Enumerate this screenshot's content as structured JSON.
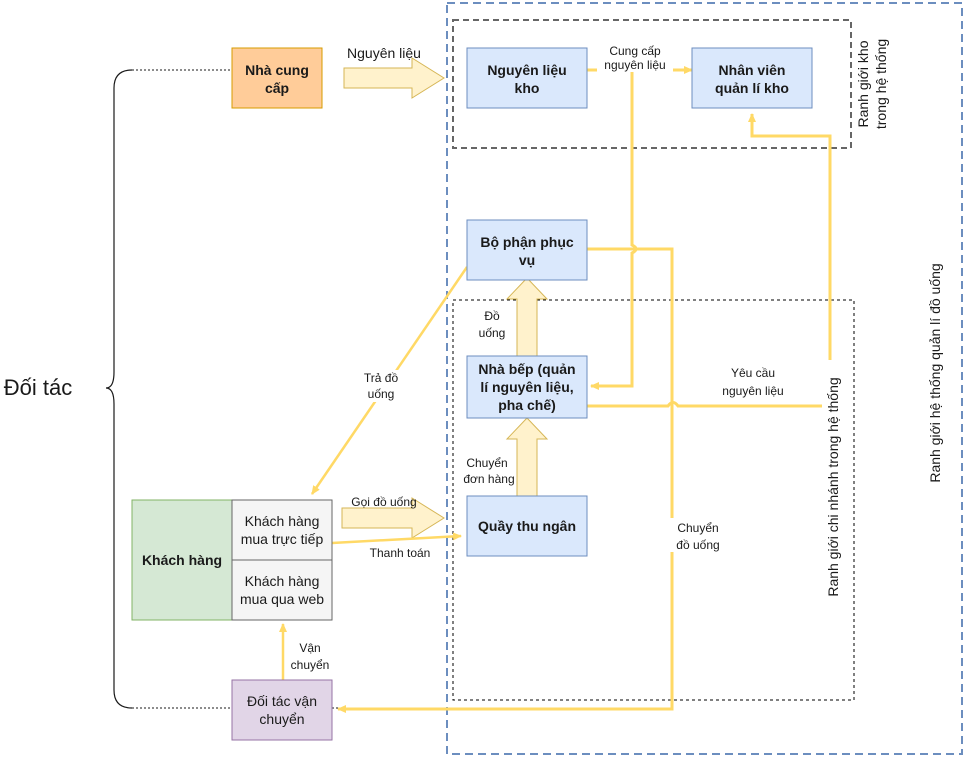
{
  "partners_label": "Đối tác",
  "boundaries": {
    "system": "Ranh giới hệ thống quản lí đồ uống",
    "warehouse_line1": "Ranh giới kho",
    "warehouse_line2": "trong hệ thống",
    "branch": "Ranh giới chi nhánh trong hệ thống"
  },
  "nodes": {
    "supplier_line1": "Nhà cung",
    "supplier_line2": "cấp",
    "warehouse_line1": "Nguyên liệu",
    "warehouse_line2": "kho",
    "warehouse_staff_line1": "Nhân viên",
    "warehouse_staff_line2": "quản lí kho",
    "service_line1": "Bộ phận phục",
    "service_line2": "vụ",
    "kitchen_line1": "Nhà bếp (quản",
    "kitchen_line2": "lí nguyên liệu,",
    "kitchen_line3": "pha chế)",
    "cashier": "Quầy thu ngân",
    "customer": "Khách hàng",
    "customer_direct_line1": "Khách hàng",
    "customer_direct_line2": "mua trực tiếp",
    "customer_web_line1": "Khách hàng",
    "customer_web_line2": "mua qua web",
    "shipping_partner_line1": "Đối tác vận",
    "shipping_partner_line2": "chuyển"
  },
  "flows": {
    "raw_materials": "Nguyên liệu",
    "supply_line1": "Cung cấp",
    "supply_line2": "nguyên liệu",
    "drinks_line1": "Đồ",
    "drinks_line2": "uống",
    "return_drinks_line1": "Trả đồ",
    "return_drinks_line2": "uống",
    "request_line1": "Yêu cầu",
    "request_line2": "nguyên liệu",
    "transfer_order_line1": "Chuyển",
    "transfer_order_line2": "đơn hàng",
    "order_drinks": "Gọi đồ uống",
    "payment": "Thanh toán",
    "transfer_drinks_line1": "Chuyển",
    "transfer_drinks_line2": "đồ uống",
    "shipping_line1": "Vận",
    "shipping_line2": "chuyển"
  },
  "colors": {
    "flow": "#ffd966",
    "fat_arrow_fill": "#fff2cc",
    "fat_arrow_stroke": "#d6b656",
    "system_node_fill": "#dae8fc",
    "system_node_stroke": "#6c8ebf",
    "supplier_fill": "#ffcc99",
    "supplier_stroke": "#d79b00",
    "customer_fill": "#d5e8d4",
    "customer_stroke": "#82b366",
    "shipper_fill": "#e1d5e7",
    "shipper_stroke": "#9673a6",
    "system_boundary": "#6c8ebf"
  }
}
